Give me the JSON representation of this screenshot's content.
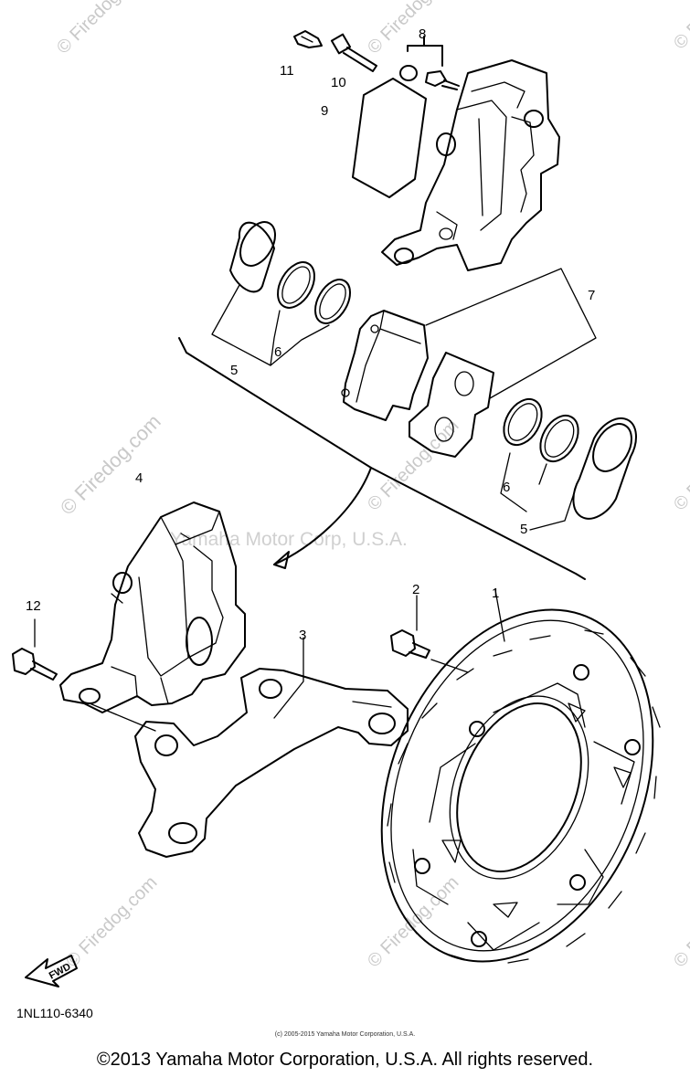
{
  "callouts": [
    "1",
    "2",
    "3",
    "4",
    "5",
    "5",
    "6",
    "6",
    "7",
    "8",
    "9",
    "10",
    "11",
    "12"
  ],
  "watermarks": {
    "site": "© Firedog.com",
    "center": "Yamaha Motor Corp, U.S.A."
  },
  "fwd_label": "FWD",
  "diagram_code": "1NL110-6340",
  "credit_small": "(c) 2005-2015 Yamaha Motor Corporation, U.S.A.",
  "copyright": "©2013 Yamaha Motor Corporation, U.S.A. All rights reserved."
}
